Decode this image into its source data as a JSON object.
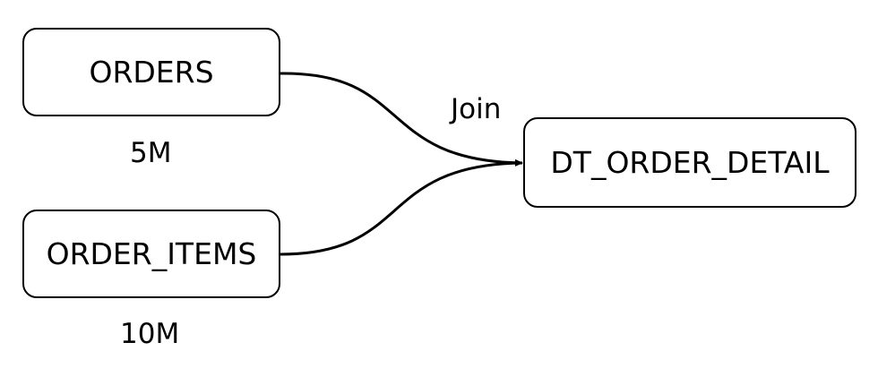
{
  "nodes": {
    "orders": {
      "label": "ORDERS",
      "row_count": "5M"
    },
    "order_items": {
      "label": "ORDER_ITEMS",
      "row_count": "10M"
    },
    "dt_order_detail": {
      "label": "DT_ORDER_DETAIL"
    }
  },
  "edges": {
    "join_label": "Join"
  }
}
